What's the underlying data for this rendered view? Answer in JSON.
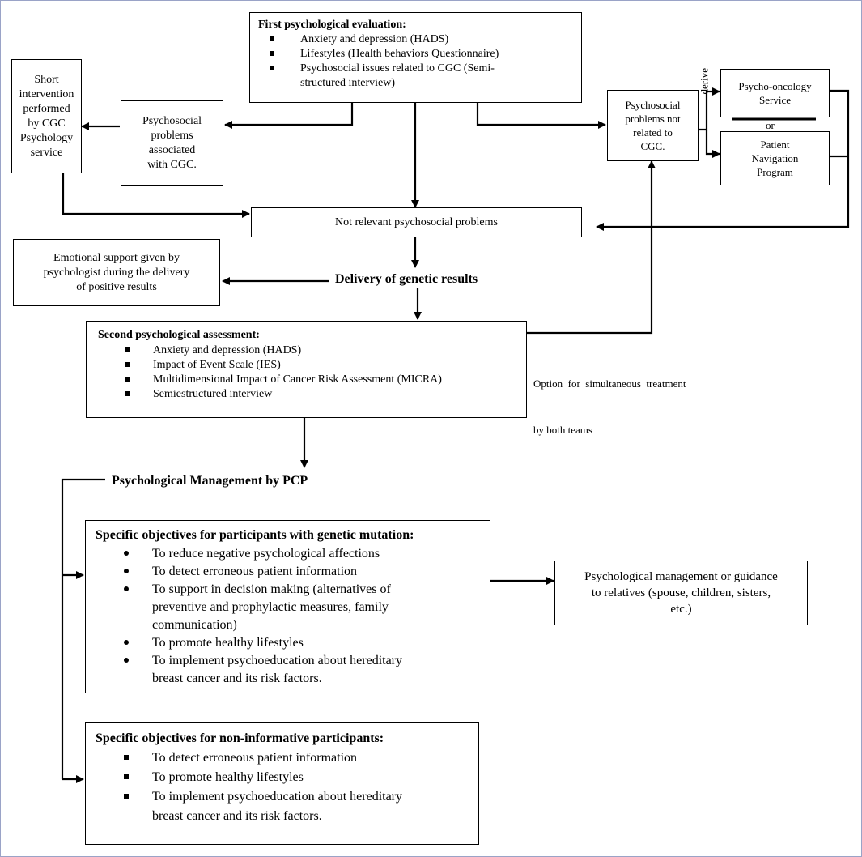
{
  "first_eval": {
    "title": "First psychological evaluation:",
    "items": [
      "Anxiety and depression (HADS)",
      "Lifestyles (Health behaviors Questionnaire)",
      "Psychosocial issues related to CGC (Semi-",
      "structured interview)"
    ]
  },
  "short_intervention": [
    "Short",
    "intervention",
    "performed",
    "by CGC",
    "Psychology",
    "service"
  ],
  "psy_assoc": [
    "Psychosocial",
    "problems",
    "associated",
    "with CGC."
  ],
  "psy_not_related": [
    "Psychosocial",
    "problems not",
    "related to",
    "CGC."
  ],
  "derive_label": "derive",
  "psycho_oncology": [
    "Psycho-oncology",
    "Service"
  ],
  "or_label": "or",
  "patient_navigation": [
    "Patient",
    "Navigation",
    "Program"
  ],
  "not_relevant": "Not relevant psychosocial problems",
  "emotional_support": [
    "Emotional support given by",
    "psychologist during the delivery",
    "of positive results"
  ],
  "delivery": "Delivery of genetic results",
  "second_assessment": {
    "title": "Second psychological assessment:",
    "items": [
      "Anxiety and depression (HADS)",
      "Impact of Event Scale (IES)",
      "Multidimensional Impact of Cancer Risk Assessment (MICRA)",
      "Semiestructured interview"
    ]
  },
  "option_text": [
    "Option  for  simultaneous  treatment",
    "by both teams"
  ],
  "pcp_management": "Psychological Management by PCP",
  "mutation_objectives": {
    "title": "Specific objectives for participants with genetic mutation:",
    "items": [
      [
        "To reduce negative psychological affections"
      ],
      [
        "To detect erroneous patient information"
      ],
      [
        "To support in decision making (alternatives of",
        "preventive and prophylactic measures, family",
        "communication)"
      ],
      [
        "To promote healthy lifestyles"
      ],
      [
        "To implement psychoeducation about hereditary",
        "breast cancer and its risk factors."
      ]
    ]
  },
  "relatives": [
    "Psychological management or guidance",
    "to relatives (spouse, children, sisters,",
    "etc.)"
  ],
  "noninformative_objectives": {
    "title": "Specific objectives for non-informative participants:",
    "items": [
      [
        "To detect erroneous patient information"
      ],
      [
        "To promote healthy lifestyles"
      ],
      [
        "To implement psychoeducation about hereditary",
        "breast cancer and its risk factors."
      ]
    ]
  }
}
